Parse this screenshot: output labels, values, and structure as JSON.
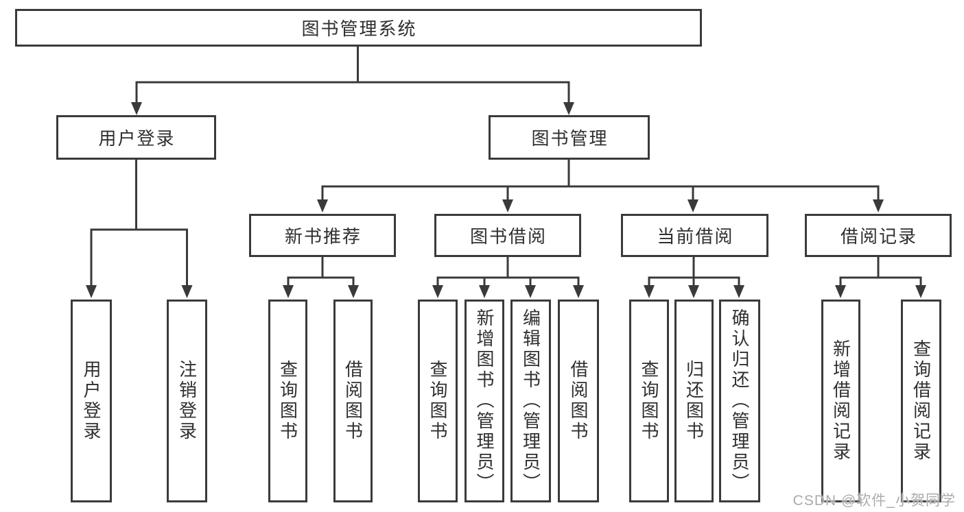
{
  "tree": {
    "root": "图书管理系统",
    "l2": {
      "login": "用户登录",
      "management": "图书管理"
    },
    "l3": {
      "recommend": "新书推荐",
      "borrow": "图书借阅",
      "current": "当前借阅",
      "records": "借阅记录"
    },
    "leaves": {
      "login": [
        "用户登录",
        "注销登录"
      ],
      "recommend": [
        "查询图书",
        "借阅图书"
      ],
      "borrow": [
        "查询图书",
        "新增图书（管理员）",
        "编辑图书（管理员）",
        "借阅图书"
      ],
      "current": [
        "查询图书",
        "归还图书",
        "确认归还（管理员）"
      ],
      "records": [
        "新增借阅记录",
        "查询借阅记录"
      ]
    }
  },
  "watermark": "CSDN @软件_小贺同学",
  "colors": {
    "line": "#3a3a3c",
    "text": "#2f2f32",
    "watermark": "#ababab",
    "background": "#ffffff"
  }
}
